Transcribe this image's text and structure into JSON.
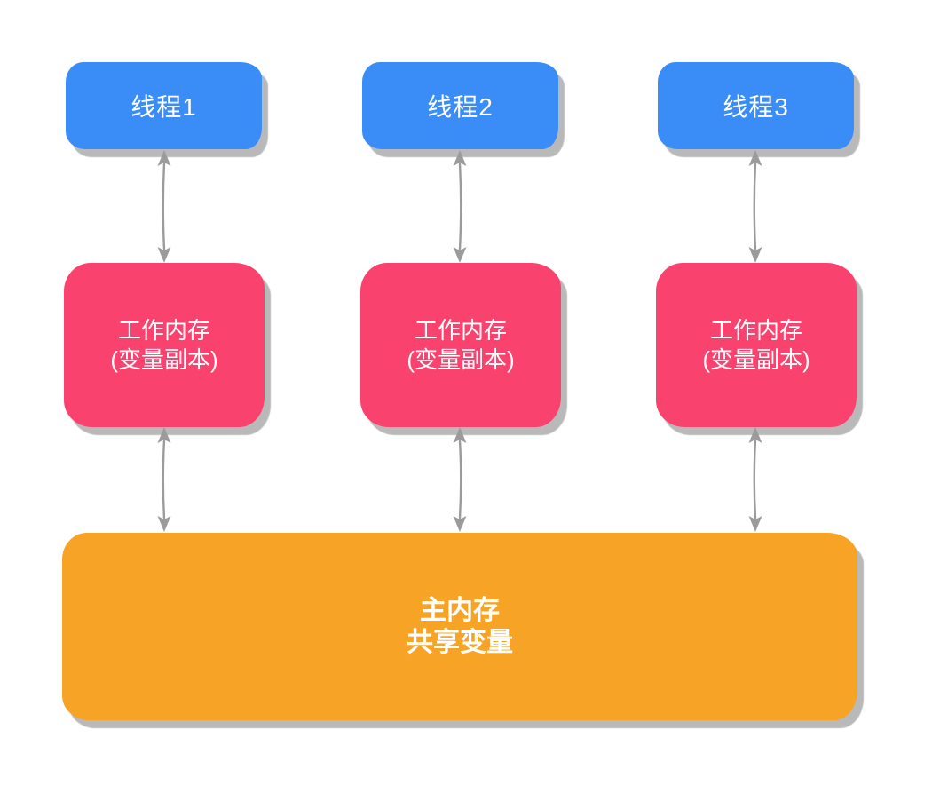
{
  "colors": {
    "thread": "#3a8cf7",
    "working_memory": "#fa426f",
    "main_memory": "#f7a326",
    "arrow": "#9b9b9b",
    "shadow": "#b9b9b9",
    "text": "#ffffff"
  },
  "columns": [
    {
      "thread_label": "线程1",
      "work_line1": "工作内存",
      "work_line2": "(变量副本)"
    },
    {
      "thread_label": "线程2",
      "work_line1": "工作内存",
      "work_line2": "(变量副本)"
    },
    {
      "thread_label": "线程3",
      "work_line1": "工作内存",
      "work_line2": "(变量副本)"
    }
  ],
  "main_memory": {
    "line1": "主内存",
    "line2": "共享变量"
  }
}
